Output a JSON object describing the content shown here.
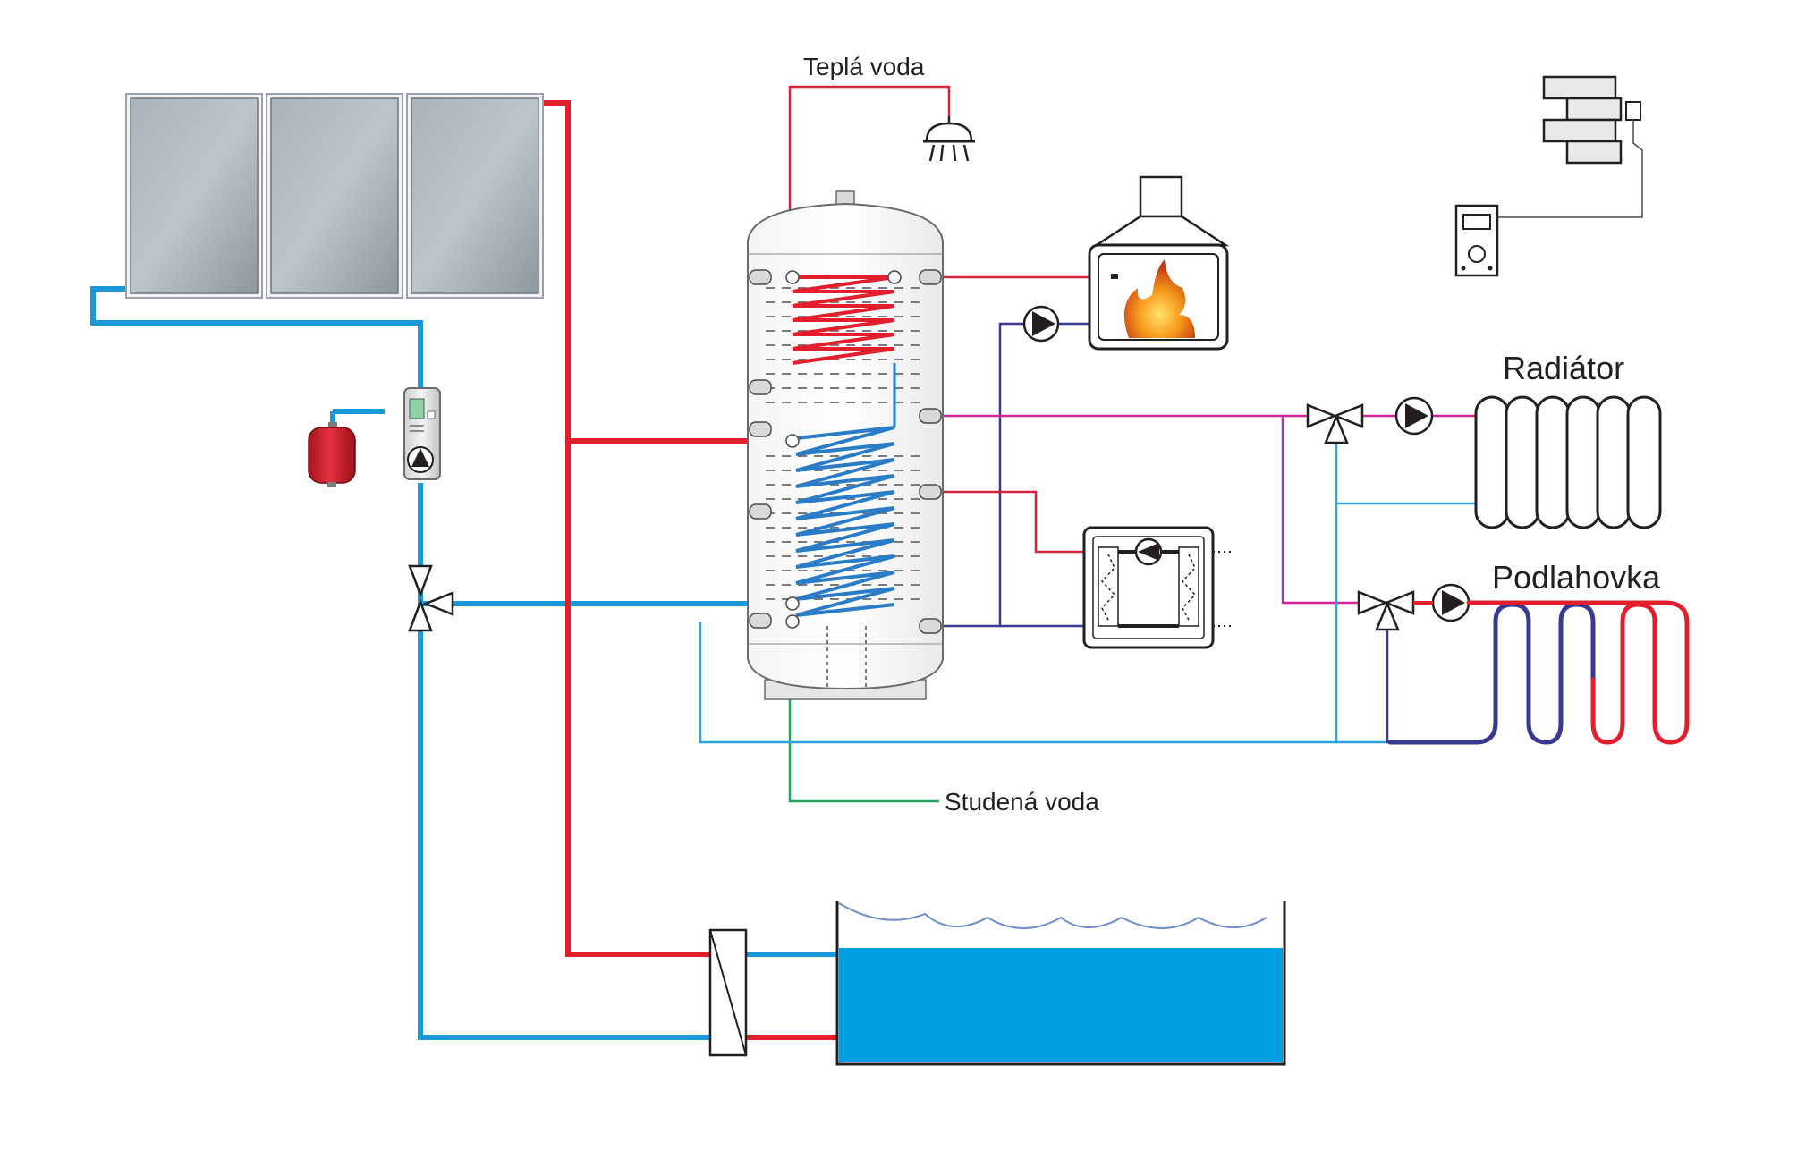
{
  "labels": {
    "hot_water": "Teplá voda",
    "cold_water": "Studená voda",
    "radiator": "Radiátor",
    "floor_heating": "Podlahovka"
  },
  "components": [
    "solar-collector-panels",
    "expansion-vessel",
    "solar-pump-station",
    "three-way-valve",
    "accumulation-tank",
    "shower-head",
    "fireplace-stove",
    "heat-source-unit",
    "radiator",
    "floor-heating-loop",
    "room-thermostat",
    "outdoor-sensor",
    "heat-exchanger",
    "swimming-pool"
  ],
  "colors": {
    "hot_pipe": "#e31e2d",
    "cold_pipe": "#1a9ad8",
    "heating_supply": "#d6249b",
    "heating_return": "#3a3990",
    "cold_water_line": "#27a15c",
    "pool_water": "#009fe3"
  }
}
